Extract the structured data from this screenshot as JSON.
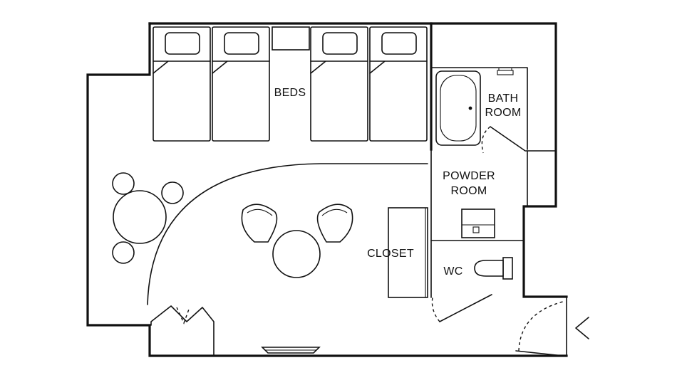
{
  "labels": {
    "beds": "BEDS",
    "bathroom_line1": "BATH",
    "bathroom_line2": "ROOM",
    "powder_line1": "POWDER",
    "powder_line2": "ROOM",
    "closet": "CLOSET",
    "wc": "WC"
  },
  "colors": {
    "line": "#111111",
    "background": "#ffffff"
  }
}
